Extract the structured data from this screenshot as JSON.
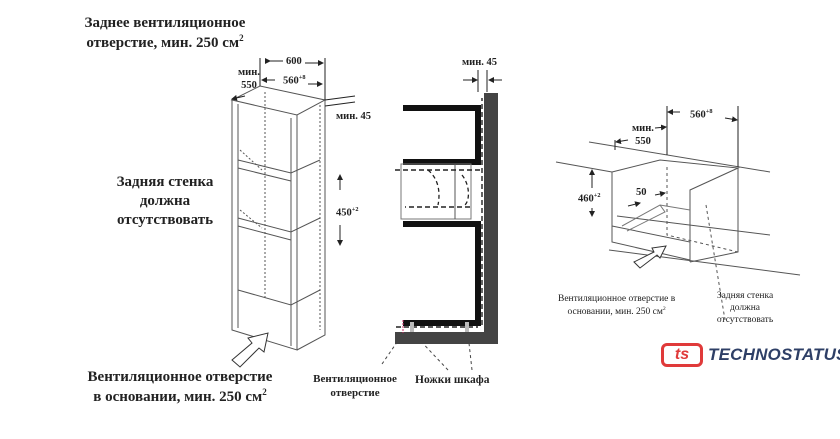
{
  "left": {
    "rear_vent_line1": "Заднее вентиляционное",
    "rear_vent_line2": "отверстие, мин. 250 см",
    "sup2": "2",
    "min_label": "мин.",
    "dim_550": "550",
    "dim_600": "600",
    "dim_560": "560",
    "dim_560_tol": "+8",
    "min45": "мин. 45",
    "dim_450": "450",
    "dim_450_tol": "+2",
    "back_wall_line1": "Задняя стенка",
    "back_wall_line2": "должна",
    "back_wall_line3": "отсутствовать",
    "base_vent_line1": "Вентиляционное отверстие",
    "base_vent_line2": "в основании, мин. 250 см"
  },
  "middle": {
    "min45": "мин. 45",
    "vent_line1": "Вентиляционное",
    "vent_line2": "отверстие",
    "feet": "Ножки шкафа"
  },
  "right": {
    "min_label": "мин.",
    "dim_550": "550",
    "dim_560": "560",
    "dim_560_tol": "+8",
    "dim_460": "460",
    "dim_460_tol": "+2",
    "dim_50": "50",
    "base_vent_line1": "Вентиляционное отверстие в",
    "base_vent_line2": "основании, мин. 250 см",
    "sup2": "2",
    "back_wall_line1": "Задняя стенка",
    "back_wall_line2": "должна",
    "back_wall_line3": "отсутствовать"
  },
  "logo": {
    "mark": "ts",
    "text": "TECHNOSTATUS"
  },
  "colors": {
    "logo_red": "#e03a3a",
    "logo_navy": "#2e3f66",
    "wall": "#444444"
  }
}
